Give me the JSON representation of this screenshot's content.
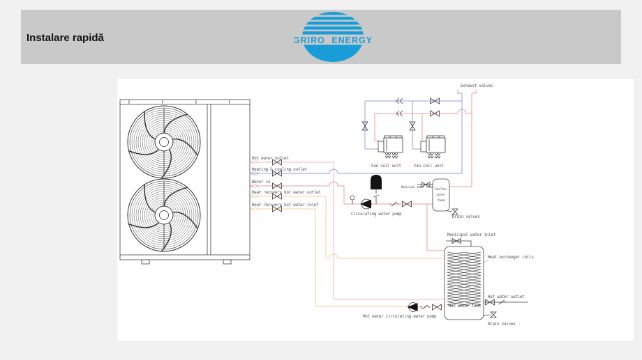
{
  "header": {
    "title": "Instalare rapidă",
    "logo_text": "GRIRO ENERGY",
    "logo_color": "#189dd9"
  },
  "diagram": {
    "colors": {
      "hot_water": "#f2b9b9",
      "heating_cooling": "#979fdd",
      "water_in": "#eb9e9e",
      "heat_recovery": "#f1d2a4",
      "equipment": "#3c3c3c"
    },
    "unit_pipes": [
      {
        "label": "Hot water outlet"
      },
      {
        "label": "Heating & cooling outlet"
      },
      {
        "label": "Water in"
      },
      {
        "label": "Heat recovery hot water outlet"
      },
      {
        "label": "Heat recovery hot water inlet"
      }
    ],
    "labels": {
      "exhaust_valves": "Exhaust valves",
      "fan_coil_unit_1": "Fan coil unit",
      "fan_coil_unit_2": "Fan coil unit",
      "circulating_water_pump": "Circulating water pump",
      "municipal_water_inlet_buffer": "Municipal water inlet",
      "buffer_tank_line1": "Buffer",
      "buffer_tank_line2": "water",
      "buffer_tank_line3": "tank",
      "drain_valves_buffer": "Drain valves",
      "municipal_water_inlet_tank": "Municipal water inlet",
      "heat_exchanger_coils": "Heat exchanger coils",
      "hot_water_outlet_tank": "Hot water outlet",
      "hot_water_tank": "Hot water tank",
      "drain_valves_tank": "Drain valves",
      "hot_water_circulating_pump": "Hot water circulating water pump"
    }
  }
}
